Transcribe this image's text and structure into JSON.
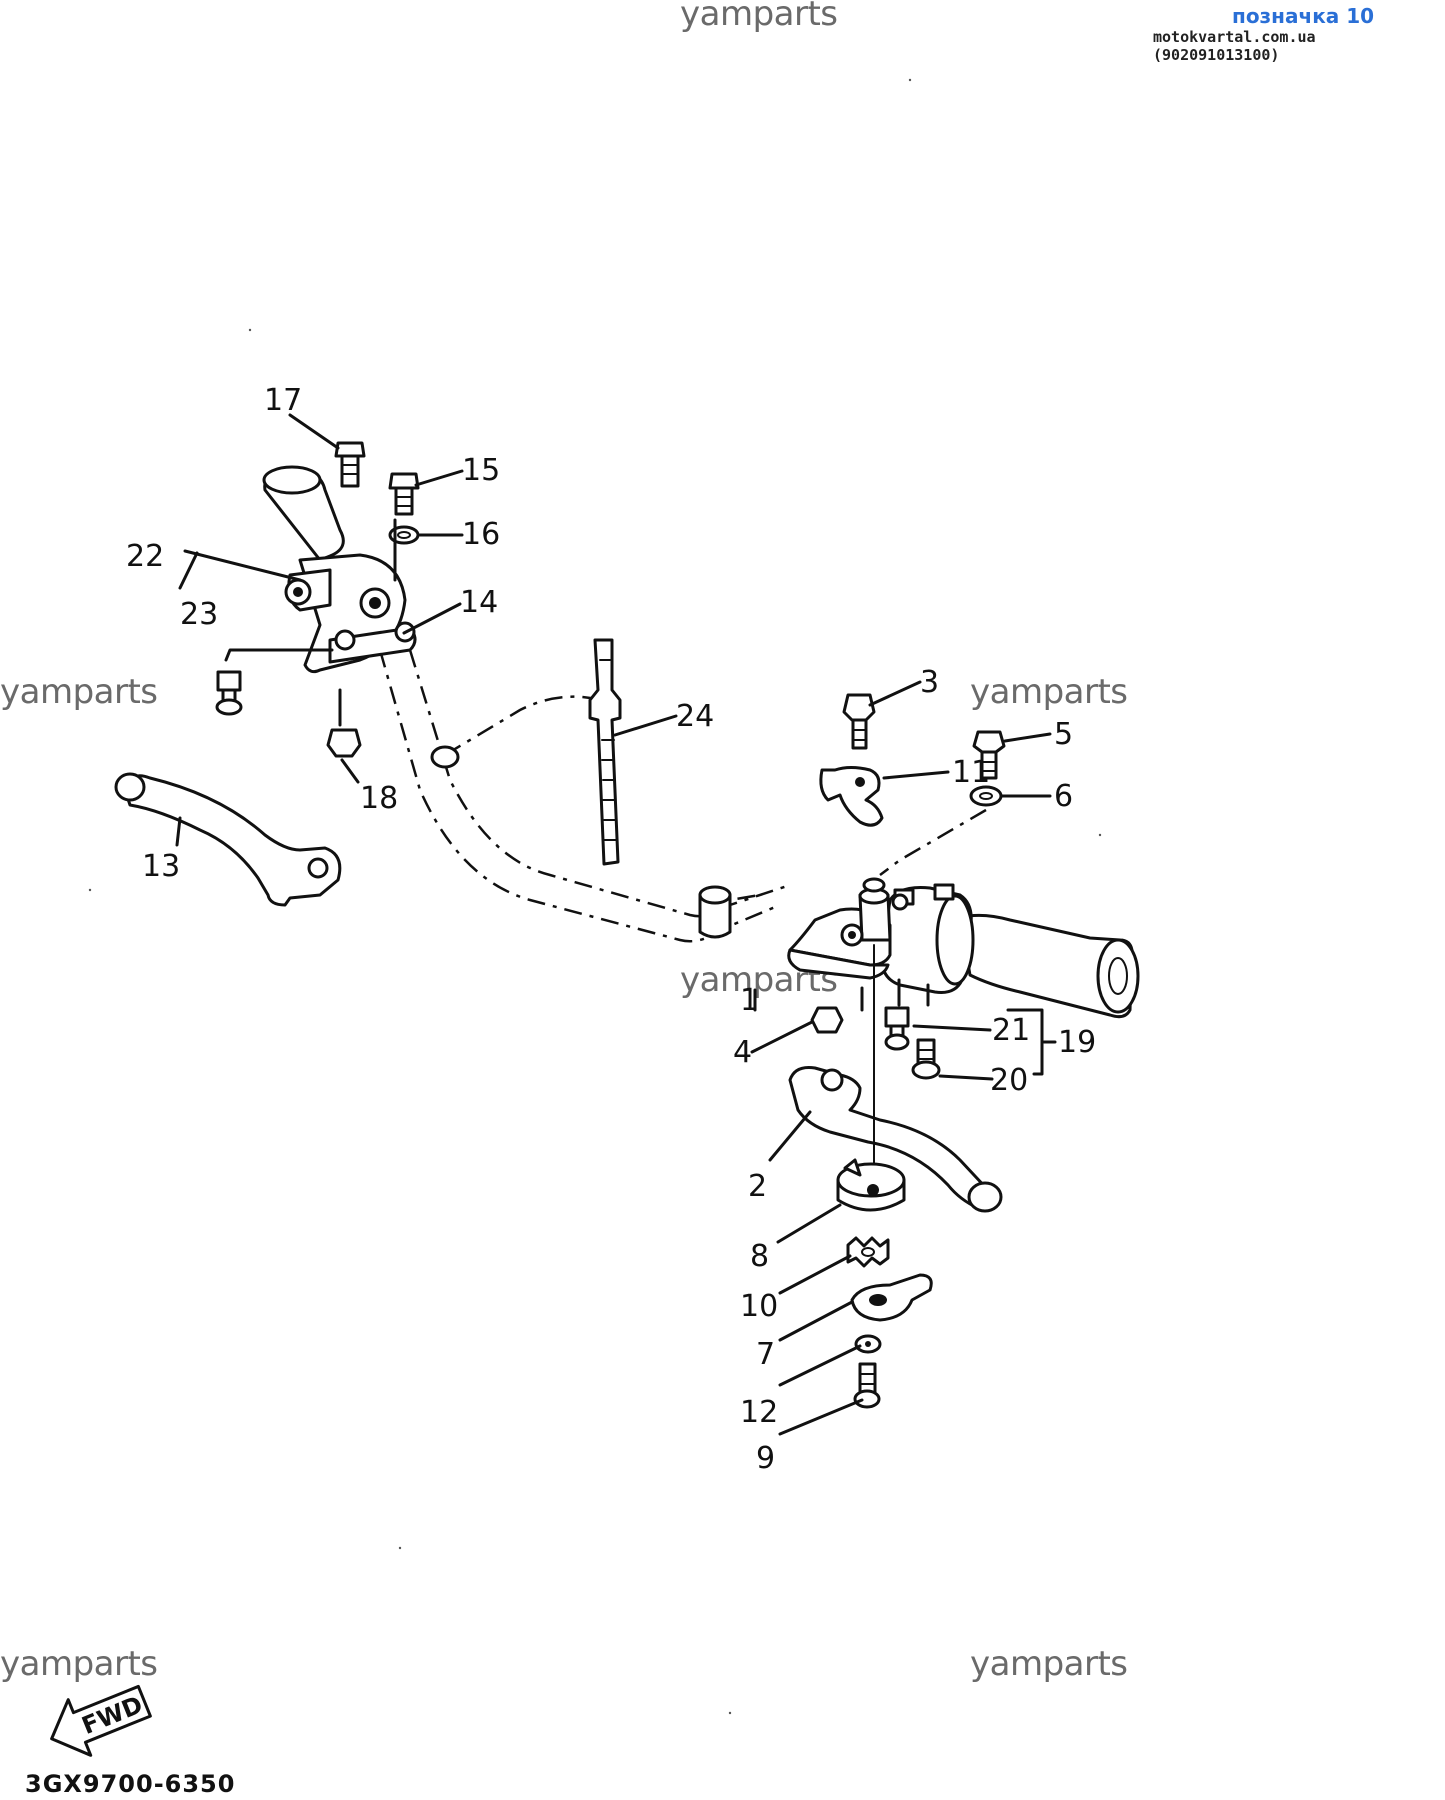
{
  "watermark": "yamparts",
  "header": {
    "label": "позначка 10",
    "site": "motokvartal.com.ua (902091013100)"
  },
  "diagram_code": "3GX9700-6350",
  "fwd_arrow": "FWD",
  "callouts": {
    "n1": "1",
    "n2": "2",
    "n3": "3",
    "n4": "4",
    "n5": "5",
    "n6": "6",
    "n7": "7",
    "n8": "8",
    "n9": "9",
    "n10": "10",
    "n11": "11",
    "n12": "12",
    "n13": "13",
    "n14": "14",
    "n15": "15",
    "n16": "16",
    "n17": "17",
    "n18": "18",
    "n19": "19",
    "n20": "20",
    "n21": "21",
    "n22": "22",
    "n23": "23",
    "n24": "24"
  },
  "colors": {
    "header_blue": "#2a6fd6",
    "watermark_gray": "#6a6a6a",
    "line": "#111111"
  }
}
